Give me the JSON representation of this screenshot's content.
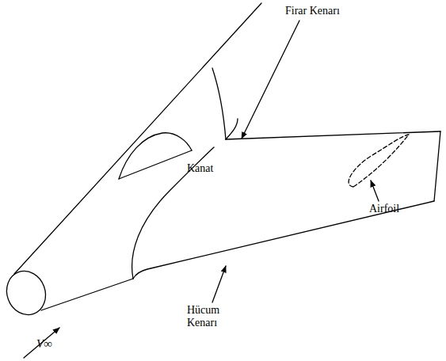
{
  "diagram": {
    "labels": [
      "Firar Kenarı",
      "Kanat",
      "Airfoil",
      "Hücum Kenarı",
      "V∞"
    ]
  }
}
